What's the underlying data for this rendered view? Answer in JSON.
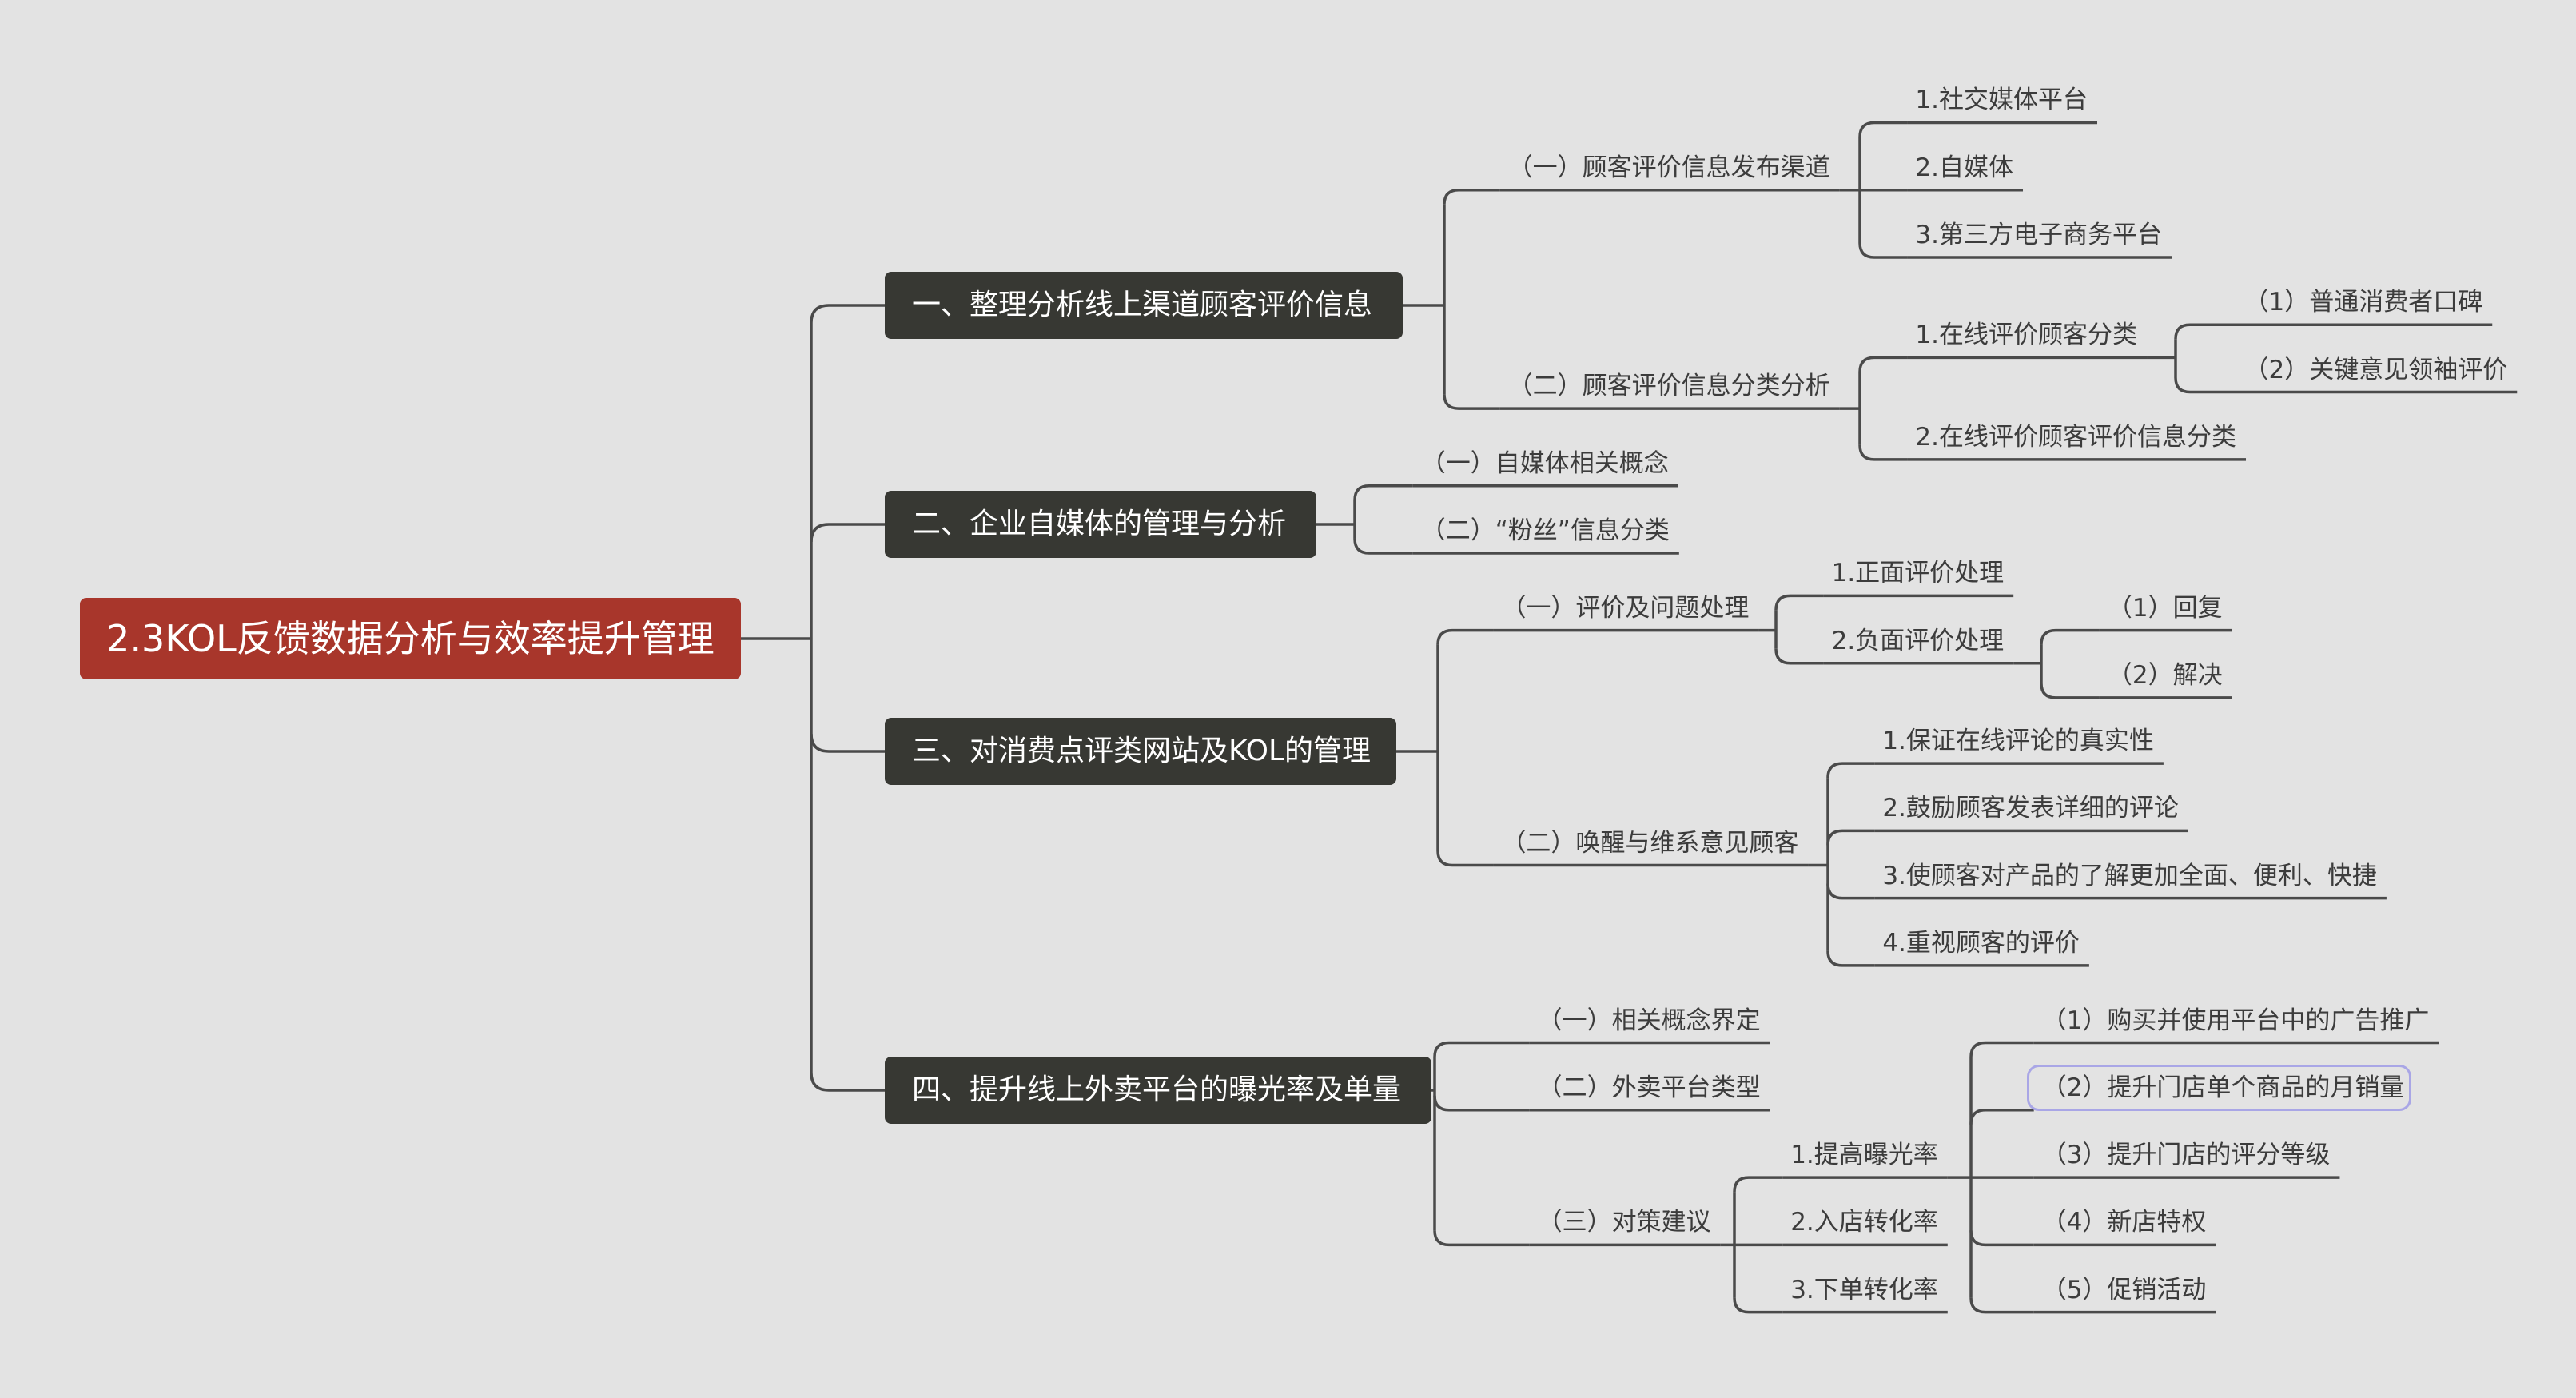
{
  "root": "2.3KOL反馈数据分析与效率提升管理",
  "branches": [
    {
      "label": "一、整理分析线上渠道顾客评价信息",
      "children": [
        {
          "label": "（一）顾客评价信息发布渠道",
          "children": [
            {
              "label": "1.社交媒体平台"
            },
            {
              "label": "2.自媒体"
            },
            {
              "label": "3.第三方电子商务平台"
            }
          ]
        },
        {
          "label": "（二）顾客评价信息分类分析",
          "children": [
            {
              "label": "1.在线评价顾客分类",
              "children": [
                {
                  "label": "（1）普通消费者口碑"
                },
                {
                  "label": "（2）关键意见领袖评价"
                }
              ]
            },
            {
              "label": "2.在线评价顾客评价信息分类"
            }
          ]
        }
      ]
    },
    {
      "label": "二、企业自媒体的管理与分析",
      "children": [
        {
          "label": "（一）自媒体相关概念"
        },
        {
          "label": "（二）“粉丝”信息分类"
        }
      ]
    },
    {
      "label": "三、对消费点评类网站及KOL的管理",
      "children": [
        {
          "label": "（一）评价及问题处理",
          "children": [
            {
              "label": "1.正面评价处理"
            },
            {
              "label": "2.负面评价处理",
              "children": [
                {
                  "label": "（1）回复"
                },
                {
                  "label": "（2）解决"
                }
              ]
            }
          ]
        },
        {
          "label": "（二）唤醒与维系意见顾客",
          "children": [
            {
              "label": "1.保证在线评论的真实性"
            },
            {
              "label": "2.鼓励顾客发表详细的评论"
            },
            {
              "label": "3.使顾客对产品的了解更加全面、便利、快捷"
            },
            {
              "label": "4.重视顾客的评价"
            }
          ]
        }
      ]
    },
    {
      "label": "四、提升线上外卖平台的曝光率及单量",
      "children": [
        {
          "label": "（一）相关概念界定"
        },
        {
          "label": "（二）外卖平台类型"
        },
        {
          "label": "（三）对策建议",
          "children": [
            {
              "label": "1.提高曝光率",
              "children": [
                {
                  "label": "（1）购买并使用平台中的广告推广"
                },
                {
                  "label": "（2）提升门店单个商品的月销量",
                  "selected": true
                },
                {
                  "label": "（3）提升门店的评分等级"
                },
                {
                  "label": "（4）新店特权"
                },
                {
                  "label": "（5）促销活动"
                }
              ]
            },
            {
              "label": "2.入店转化率"
            },
            {
              "label": "3.下单转化率"
            }
          ]
        }
      ]
    }
  ]
}
